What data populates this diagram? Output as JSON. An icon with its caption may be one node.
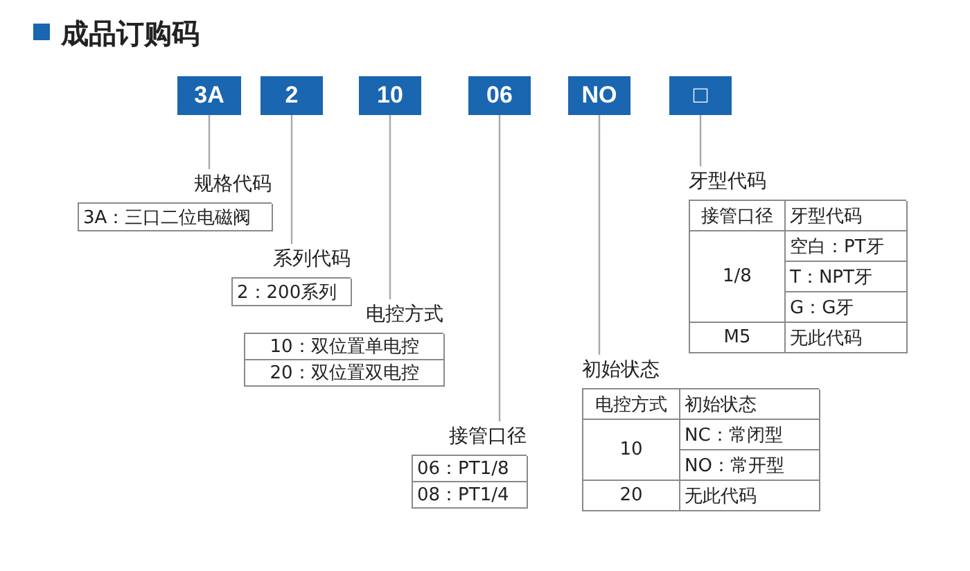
{
  "diagram": {
    "title": "成品订购码",
    "nodes": [
      {
        "text": [
          "3A"
        ]
      },
      {
        "text": [
          "2"
        ]
      },
      {
        "text": [
          "10"
        ]
      },
      {
        "text": [
          "06"
        ]
      },
      {
        "text": [
          "NO"
        ]
      },
      {
        "text": [
          "□"
        ]
      },
      {
        "text": [
          "规格代码",
          "3A：三口二位电磁阀"
        ]
      },
      {
        "text": [
          "系列代码",
          "2：200系列"
        ]
      },
      {
        "text": [
          "电控方式",
          "10：双位置单电控",
          "20：双位置双电控"
        ]
      },
      {
        "text": [
          "接管口径",
          "06：PT1/8",
          "08：PT1/4"
        ]
      },
      {
        "text": [
          "初始状态",
          "电控方式",
          "初始状态",
          "10",
          "NC：常闭型",
          "NO：常开型",
          "20",
          "无此代码"
        ]
      },
      {
        "text": [
          "牙型代码",
          "接管口径",
          "牙型代码",
          "1/8",
          "空白：PT牙",
          "T：NPT牙",
          "G：G牙",
          "M5",
          "无此代码"
        ]
      }
    ],
    "edges": [
      {
        "from": 0,
        "to": 6,
        "arrow": "none"
      },
      {
        "from": 1,
        "to": 7,
        "arrow": "none"
      },
      {
        "from": 2,
        "to": 8,
        "arrow": "none"
      },
      {
        "from": 3,
        "to": 9,
        "arrow": "none"
      },
      {
        "from": 4,
        "to": 10,
        "arrow": "none"
      },
      {
        "from": 5,
        "to": 11,
        "arrow": "none"
      }
    ]
  }
}
